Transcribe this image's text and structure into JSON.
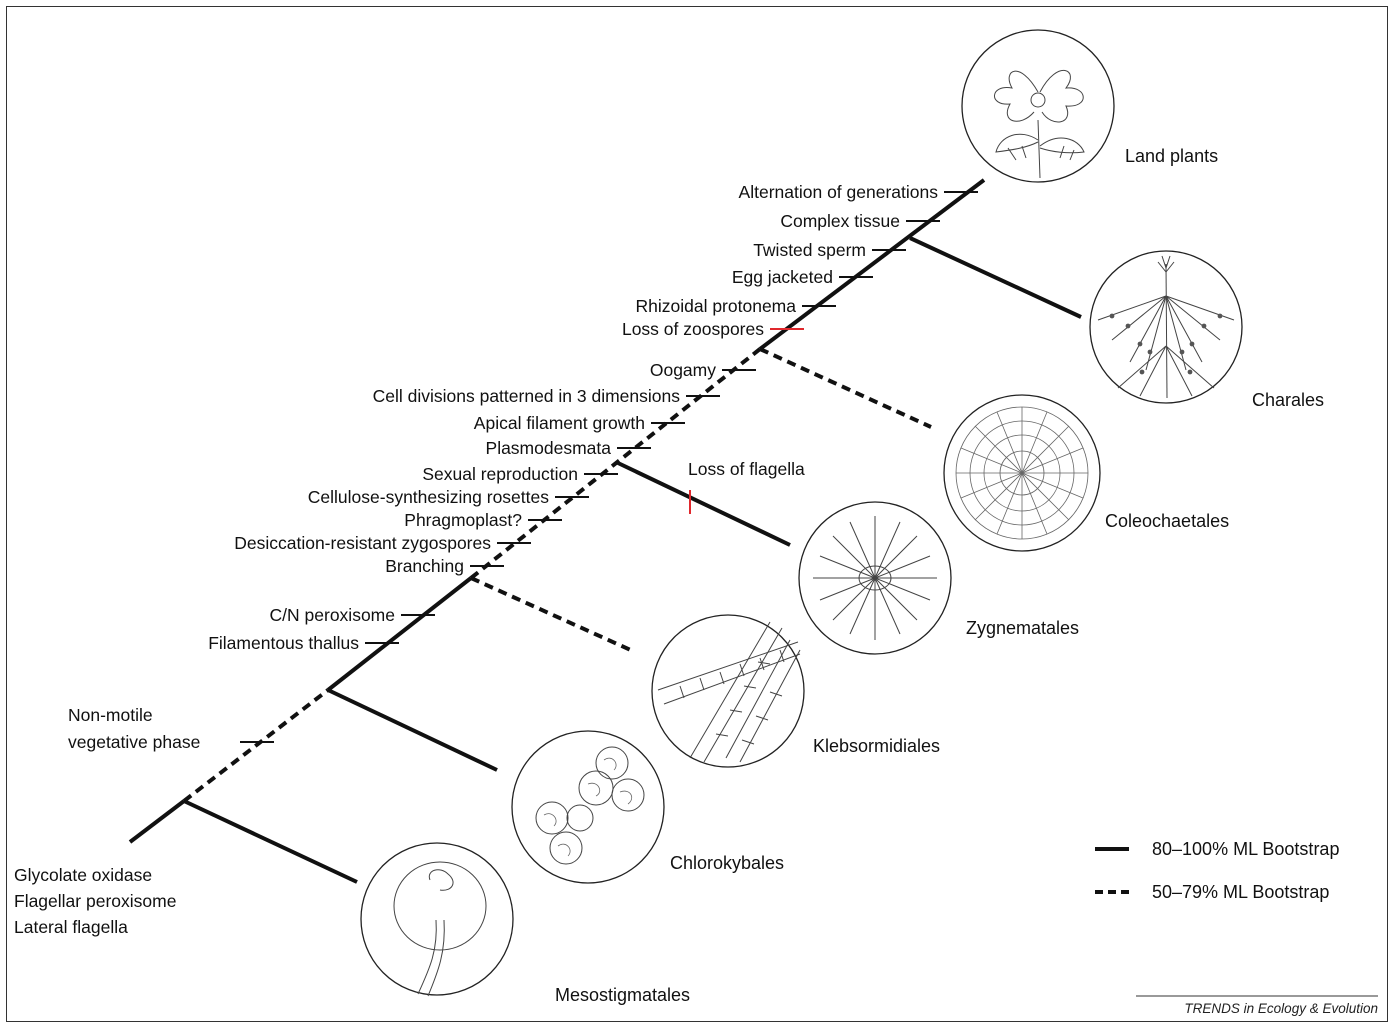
{
  "taxa": {
    "land_plants": "Land plants",
    "charales": "Charales",
    "coleochaetales": "Coleochaetales",
    "zygnematales": "Zygnematales",
    "klebsormidiales": "Klebsormidiales",
    "chlorokybales": "Chlorokybales",
    "mesostigmatales": "Mesostigmatales"
  },
  "characters": {
    "alternation": "Alternation of generations",
    "complex_tissue": "Complex tissue",
    "twisted_sperm": "Twisted sperm",
    "egg_jacketed": "Egg jacketed",
    "rhizoidal": "Rhizoidal protonema",
    "loss_zoospores": "Loss of zoospores",
    "oogamy": "Oogamy",
    "cell_divisions": "Cell divisions patterned in 3 dimensions",
    "apical": "Apical filament growth",
    "plasmodesmata": "Plasmodesmata",
    "sexual": "Sexual reproduction",
    "cellulose": "Cellulose-synthesizing rosettes",
    "phragmoplast": "Phragmoplast?",
    "desiccation": "Desiccation-resistant zygospores",
    "branching": "Branching",
    "loss_flagella": "Loss of flagella",
    "cn_peroxisome": "C/N peroxisome",
    "filamentous": "Filamentous thallus",
    "nonmotile_1": "Non-motile",
    "nonmotile_2": "vegetative phase",
    "glycolate": "Glycolate oxidase",
    "flagellar": "Flagellar peroxisome",
    "lateral": "Lateral flagella"
  },
  "legend": {
    "solid": "80–100% ML Bootstrap",
    "dashed": "50–79% ML Bootstrap"
  },
  "credit": "TRENDS in Ecology & Evolution",
  "colors": {
    "line": "#111111",
    "loss_marker": "#e0282d"
  }
}
